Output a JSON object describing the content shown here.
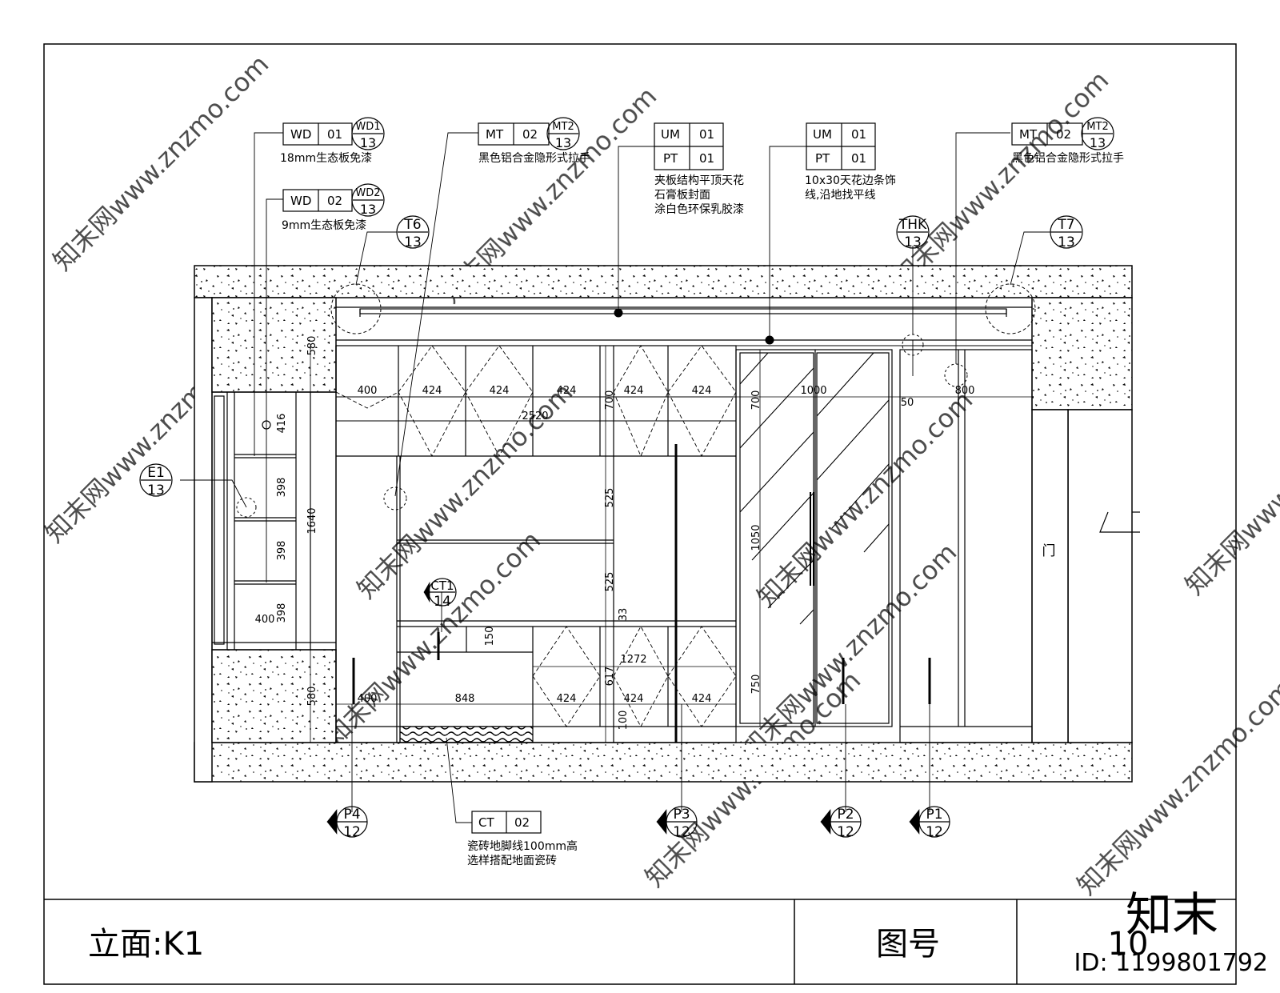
{
  "sheet": {
    "view_title": "立面:K1",
    "drawing_no_label": "图号",
    "drawing_no_value": "10",
    "brand_mark": "知末",
    "image_id": "ID: 1199801792",
    "watermark_text": "知末网www.znzmo.com"
  },
  "material_tags": [
    {
      "id": "wd1",
      "code": "WD",
      "num": "01",
      "ref": "WD1",
      "sheet": "13",
      "note": [
        "18mm生态板免漆"
      ]
    },
    {
      "id": "wd2",
      "code": "WD",
      "num": "02",
      "ref": "WD2",
      "sheet": "13",
      "note": [
        "9mm生态板免漆"
      ]
    },
    {
      "id": "mt2-left",
      "code": "MT",
      "num": "02",
      "ref": "MT2",
      "sheet": "13",
      "note": [
        "黑色铝合金隐形式拉手"
      ]
    },
    {
      "id": "mt2-right",
      "code": "MT",
      "num": "02",
      "ref": "MT2",
      "sheet": "13",
      "note": [
        "黑色铝合金隐形式拉手"
      ]
    },
    {
      "id": "um-pt-ceiling",
      "rows": [
        [
          "UM",
          "01"
        ],
        [
          "PT",
          "01"
        ]
      ],
      "note": [
        "夹板结构平顶天花",
        "石膏板封面",
        "涂白色环保乳胶漆"
      ]
    },
    {
      "id": "um-pt-cornice",
      "rows": [
        [
          "UM",
          "01"
        ],
        [
          "PT",
          "01"
        ]
      ],
      "note": [
        "10x30天花边条饰",
        "线,沿地找平线"
      ]
    },
    {
      "id": "ct-skirting",
      "code": "CT",
      "num": "02",
      "note": [
        "瓷砖地脚线100mm高",
        "选样搭配地面瓷砖"
      ]
    }
  ],
  "detail_callouts": [
    {
      "id": "t6",
      "top": "T6",
      "bottom": "13"
    },
    {
      "id": "thk",
      "top": "THK",
      "bottom": "13"
    },
    {
      "id": "t7",
      "top": "T7",
      "bottom": "13"
    },
    {
      "id": "e1",
      "top": "E1",
      "bottom": "13"
    },
    {
      "id": "ct1",
      "top": "CT1",
      "bottom": "14"
    }
  ],
  "section_markers": [
    {
      "id": "p4",
      "top": "P4",
      "bottom": "12"
    },
    {
      "id": "p3",
      "top": "P3",
      "bottom": "12"
    },
    {
      "id": "p2",
      "top": "P2",
      "bottom": "12"
    },
    {
      "id": "p1",
      "top": "P1",
      "bottom": "12"
    }
  ],
  "dimensions": {
    "top_row": [
      "400",
      "424",
      "424",
      "424",
      "424",
      "424",
      "1000",
      "800"
    ],
    "overall_upper": "2520",
    "gap_right": "50",
    "shelf_heights": [
      "416",
      "398",
      "398",
      "398"
    ],
    "side_width": "400",
    "side_height": "1640",
    "ceiling_drop": "580",
    "base_height": "580",
    "upper_cabinet": "700",
    "glass_upper": "700",
    "niche_1": "525",
    "niche_2": "525",
    "counter_thk": "33",
    "drawer": "150",
    "lower_cabinet_width": "1272",
    "lower_cabinet_height": "617",
    "plinth": "100",
    "glass_mid": "1050",
    "glass_lower": "750",
    "bottom_row": [
      "400",
      "848",
      "424",
      "424",
      "424"
    ]
  },
  "room_labels": {
    "door": "门"
  }
}
